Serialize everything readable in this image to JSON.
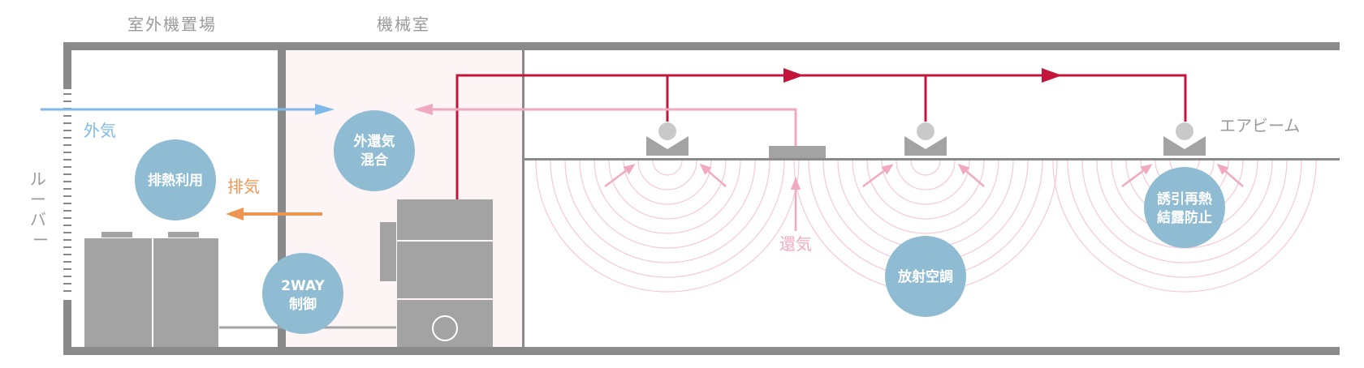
{
  "headers": {
    "outdoor_unit_area": "室外機置場",
    "machine_room": "機械室"
  },
  "louver_label": [
    "ル",
    "ー",
    "バ",
    "ー"
  ],
  "labels": {
    "outside_air": "外気",
    "exhaust": "排気",
    "return_air": "還気",
    "air_beam": "エアビーム"
  },
  "bubbles": {
    "heat_recovery": [
      "排熱利用"
    ],
    "mixing": [
      "外還気",
      "混合"
    ],
    "two_way": [
      "2WAY",
      "制御"
    ],
    "radiant": [
      "放射空調"
    ],
    "reheat": [
      "誘引再熱",
      "結露防止"
    ]
  },
  "colors": {
    "wall": "#8a8a8a",
    "equipment": "#a3a3a3",
    "bubble": "#8fbcd3",
    "supply_duct": "#c4143c",
    "return_duct": "#f0a9bf",
    "outside_air": "#7fb9ea",
    "exhaust": "#ee9650",
    "radiant_wave": "#f6c3cd",
    "machine_room_bg": "#fdf4f6"
  }
}
